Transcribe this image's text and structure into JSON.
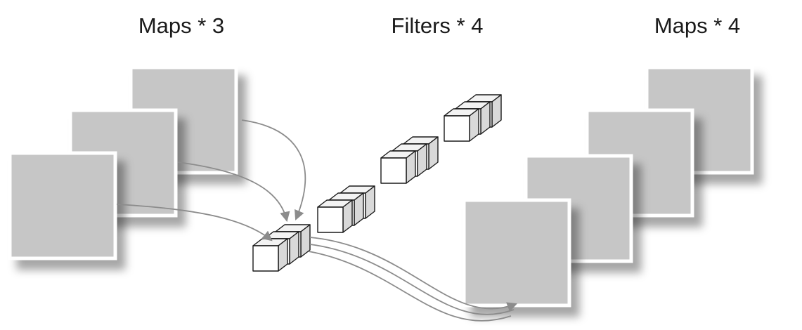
{
  "titles": {
    "left": "Maps * 3",
    "center": "Filters * 4",
    "right": "Maps * 4"
  },
  "diagram": {
    "left_maps_count": 3,
    "filters_count": 4,
    "cubes_per_filter": 3,
    "right_maps_count": 4
  },
  "colors": {
    "background": "#ffffff",
    "map_fill": "#c6c6c6",
    "map_border": "#ffffff",
    "cube_face": "#ffffff",
    "cube_top": "#f3f3f3",
    "cube_side": "#d9d9d9",
    "cube_outline": "#1a1a1a",
    "arrow": "#8c8c8c",
    "text": "#1a1a1a"
  }
}
